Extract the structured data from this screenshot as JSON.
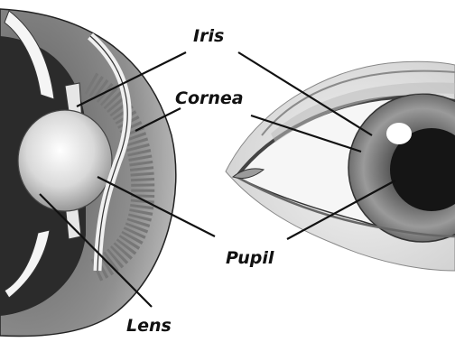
{
  "labels": {
    "iris": "Iris",
    "cornea": "Cornea",
    "pupil": "Pupil",
    "lens": "Lens"
  },
  "colors": {
    "ink": "#111111",
    "background": "#ffffff"
  }
}
